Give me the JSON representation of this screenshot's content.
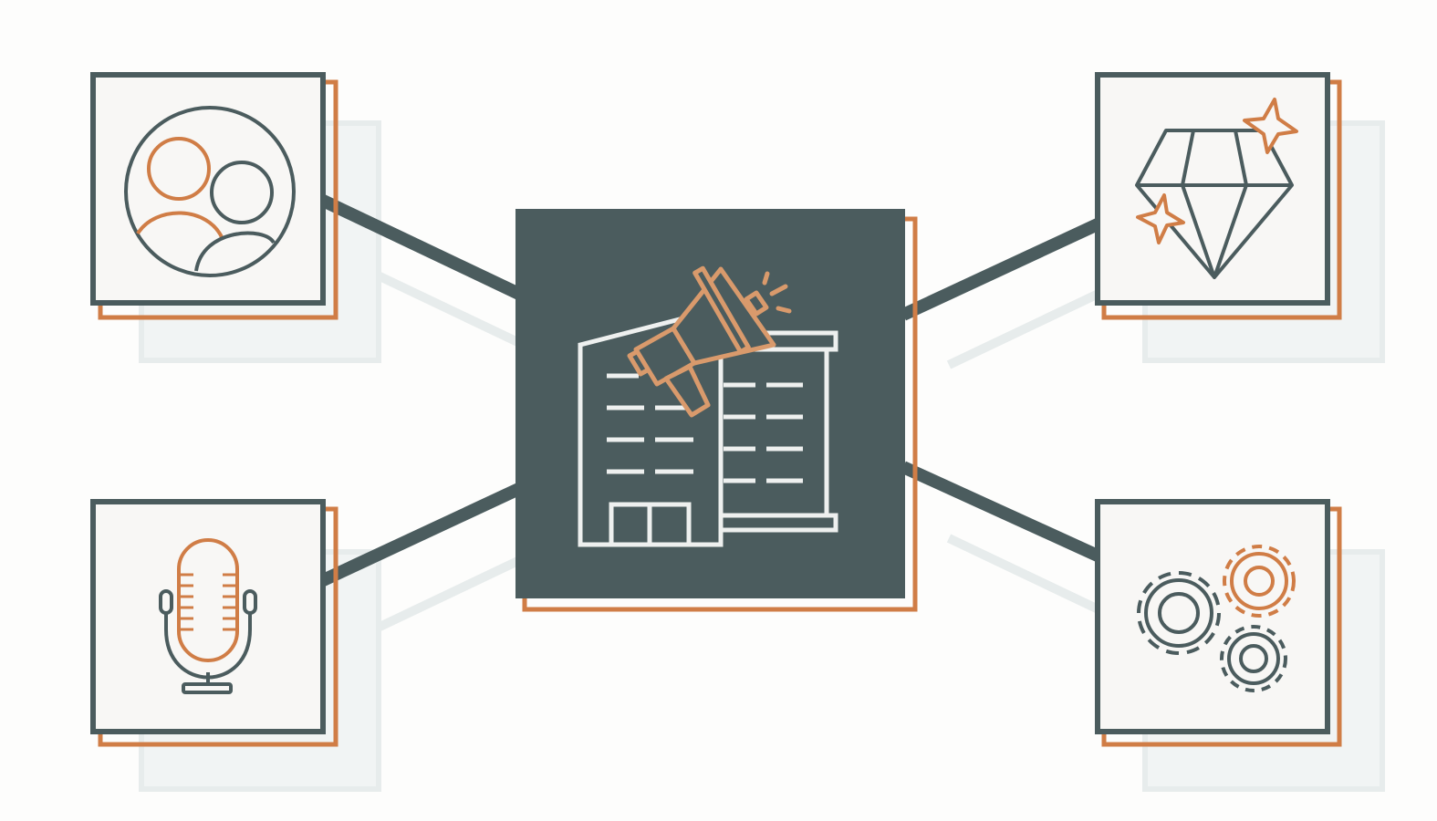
{
  "colors": {
    "background": "#fdfdfc",
    "slate": "#4b5c5e",
    "orange": "#d07d46",
    "card_fill": "#f8f7f5",
    "ghost": "#e7ecec",
    "light_icon": "#eef0ef"
  },
  "diagram": {
    "hub": {
      "icon": "office-building-megaphone-icon"
    },
    "nodes": [
      {
        "id": "top-left",
        "icon": "users-group-icon"
      },
      {
        "id": "bottom-left",
        "icon": "podcast-microphone-icon"
      },
      {
        "id": "top-right",
        "icon": "diamond-sparkle-icon"
      },
      {
        "id": "bottom-right",
        "icon": "gears-icon"
      }
    ],
    "connections": [
      {
        "from": "hub",
        "to": "top-left"
      },
      {
        "from": "hub",
        "to": "bottom-left"
      },
      {
        "from": "hub",
        "to": "top-right"
      },
      {
        "from": "hub",
        "to": "bottom-right"
      }
    ]
  }
}
